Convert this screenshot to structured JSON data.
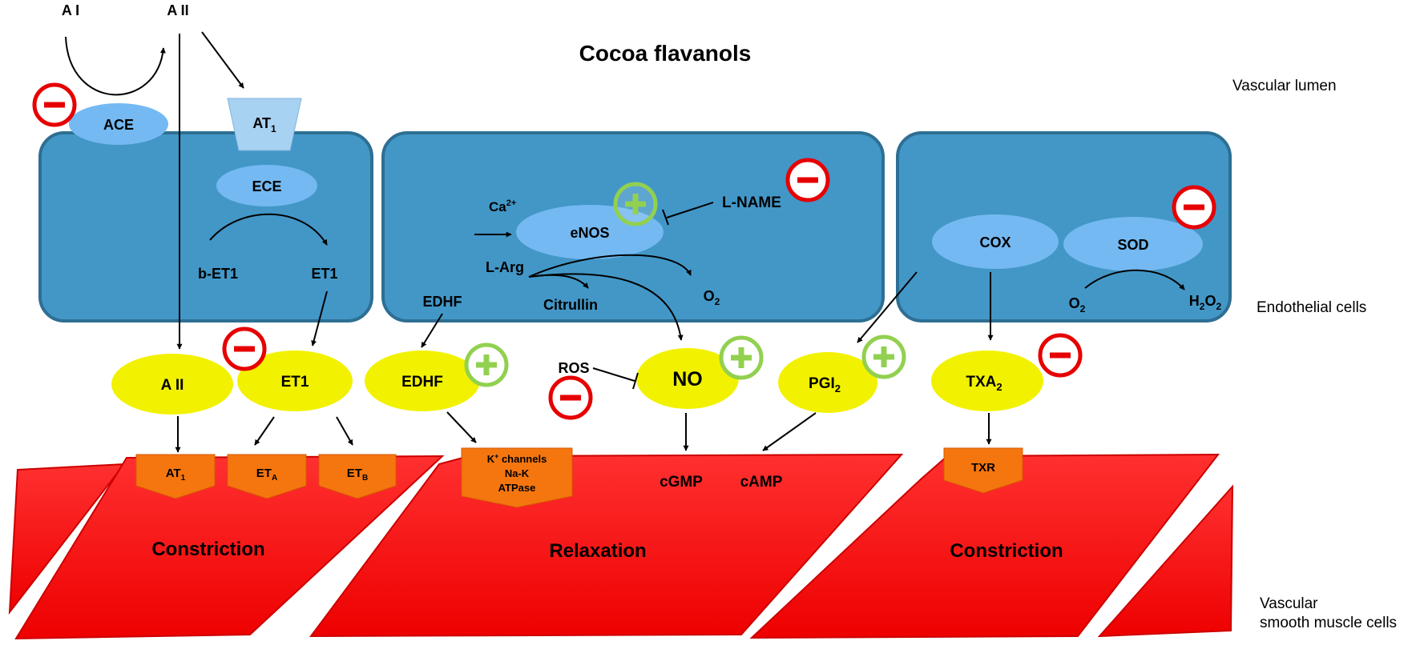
{
  "title": "Cocoa flavanols",
  "regions": {
    "lumen": "Vascular lumen",
    "endothelial": "Endothelial cells",
    "smooth_muscle_line1": "Vascular",
    "smooth_muscle_line2": "smooth muscle cells"
  },
  "top": {
    "a1": "A I",
    "a2": "A II",
    "ace": "ACE",
    "at1_main": "AT",
    "at1_sub": "1"
  },
  "cell1": {
    "ece": "ECE",
    "bet1": "b-ET1",
    "et1": "ET1"
  },
  "cell2": {
    "ca_main": "Ca",
    "ca_sup": "2+",
    "enos": "eNOS",
    "lname": "L-NAME",
    "larg": "L-Arg",
    "citrullin": "Citrullin",
    "o2_main": "O",
    "o2_sub": "2",
    "edhf_label": "EDHF"
  },
  "cell3": {
    "cox": "COX",
    "sod": "SOD",
    "o2_main": "O",
    "o2_sub": "2",
    "h2o2_a": "H",
    "h2o2_sub1": "2",
    "h2o2_b": "O",
    "h2o2_sub2": "2"
  },
  "mediators": {
    "a2": "A II",
    "et1": "ET1",
    "edhf": "EDHF",
    "no": "NO",
    "pgi_main": "PGI",
    "pgi_sub": "2",
    "txa_main": "TXA",
    "txa_sub": "2",
    "ros": "ROS"
  },
  "receptors": {
    "at1_main": "AT",
    "at1_sub": "1",
    "eta_main": "ET",
    "eta_sub": "A",
    "etb_main": "ET",
    "etb_sub": "B",
    "k_line1_main": "K",
    "k_line1_sup": "+",
    "k_line1_rest": " channels",
    "k_line2": "Na-K",
    "k_line3": "ATPase",
    "txr": "TXR"
  },
  "muscle": {
    "constriction_left": "Constriction",
    "relaxation": "Relaxation",
    "constriction_right": "Constriction",
    "cgmp": "cGMP",
    "camp": "cAMP"
  },
  "colors": {
    "cell_fill": "#4297c7",
    "cell_stroke": "#2e6f93",
    "enzyme_fill": "#74b9f2",
    "mediator_fill": "#f2f200",
    "receptor_fill": "#f5760f",
    "muscle_fill": "#ff0000",
    "inhibit": "#e60000",
    "stimulate": "#92d050"
  },
  "icons": {
    "minus": "minus-sign-icon",
    "plus": "plus-sign-icon"
  }
}
